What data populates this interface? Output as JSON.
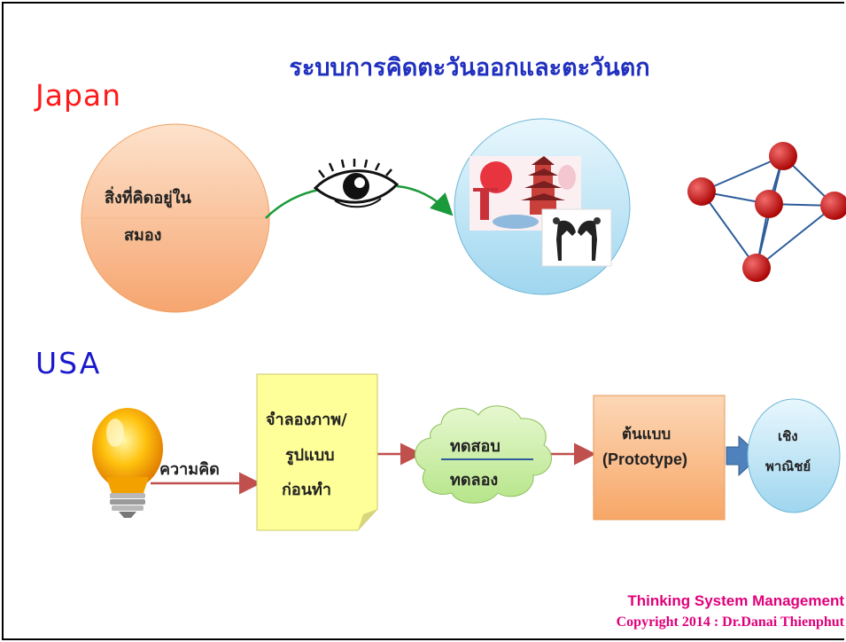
{
  "title": "ระบบการคิดตะวันออกและตะวันตก",
  "japan": {
    "label": "Japan",
    "brain_line1": "สิ่งที่คิดอยู่ใน",
    "brain_line2": "สมอง"
  },
  "usa": {
    "label": "USA",
    "idea": "ความคิด",
    "model_line1": "จำลองภาพ/",
    "model_line2": "รูปแบบ",
    "model_line3": "ก่อนทำ",
    "test_line1": "ทดสอบ",
    "test_line2": "ทดลอง",
    "prototype_line1": "ต้นแบบ",
    "prototype_line2": "(Prototype)",
    "commercial_line1": "เชิง",
    "commercial_line2": "พาณิชย์"
  },
  "footer": {
    "line1": "Thinking System Management",
    "line2": "Copyright 2014 : Dr.Danai Thienphut"
  },
  "colors": {
    "title": "#1f2fbf",
    "japan": "#ff1a1a",
    "usa": "#1a1acc",
    "footer": "#e0007a",
    "arrow": "#c0504d",
    "node": "#c00000"
  }
}
